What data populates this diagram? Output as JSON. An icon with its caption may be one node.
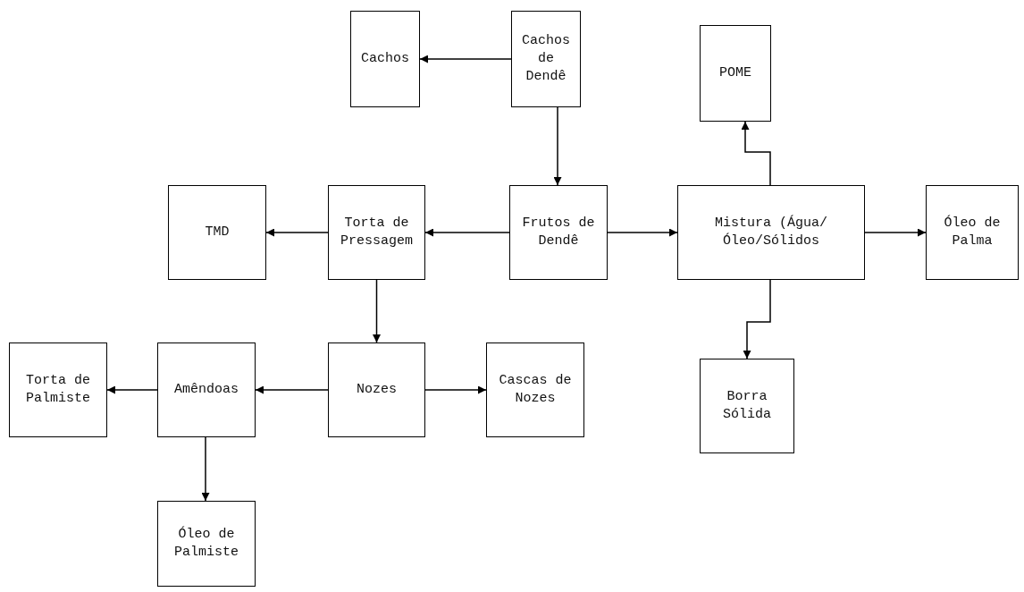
{
  "diagram": {
    "nodes": [
      {
        "text": [
          "Cachos de Dendê"
        ]
      },
      {
        "text": [
          "Cachos"
        ]
      },
      {
        "text": [
          "POME"
        ]
      },
      {
        "text": [
          "TMD"
        ]
      },
      {
        "text": [
          "Torta de Pressagem"
        ]
      },
      {
        "text": [
          "Frutos de Dendê"
        ]
      },
      {
        "text": [
          "Mistura (Água/Óleo/Sólidos"
        ]
      },
      {
        "text": [
          "Óleo de Palma"
        ]
      },
      {
        "text": [
          "Torta de Palmiste"
        ]
      },
      {
        "text": [
          "Amêndoas"
        ]
      },
      {
        "text": [
          "Nozes"
        ]
      },
      {
        "text": [
          "Cascas de Nozes"
        ]
      },
      {
        "text": [
          "Borra Sólida"
        ]
      },
      {
        "text": [
          "Óleo de Palmiste"
        ]
      }
    ],
    "edges": [
      {
        "from": 0,
        "to": 1,
        "arrow": "to"
      },
      {
        "from": 0,
        "to": 5,
        "arrow": "to"
      },
      {
        "from": 5,
        "to": 4,
        "arrow": "to"
      },
      {
        "from": 5,
        "to": 6,
        "arrow": "to"
      },
      {
        "from": 6,
        "to": 7,
        "arrow": "to"
      },
      {
        "from": 6,
        "to": 2,
        "arrow": "to"
      },
      {
        "from": 6,
        "to": 12,
        "arrow": "to"
      },
      {
        "from": 4,
        "to": 3,
        "arrow": "to"
      },
      {
        "from": 4,
        "to": 10,
        "arrow": "to"
      },
      {
        "from": 10,
        "to": 9,
        "arrow": "to"
      },
      {
        "from": 10,
        "to": 11,
        "arrow": "to"
      },
      {
        "from": 9,
        "to": 8,
        "arrow": "to"
      },
      {
        "from": 9,
        "to": 13,
        "arrow": "to"
      }
    ]
  }
}
